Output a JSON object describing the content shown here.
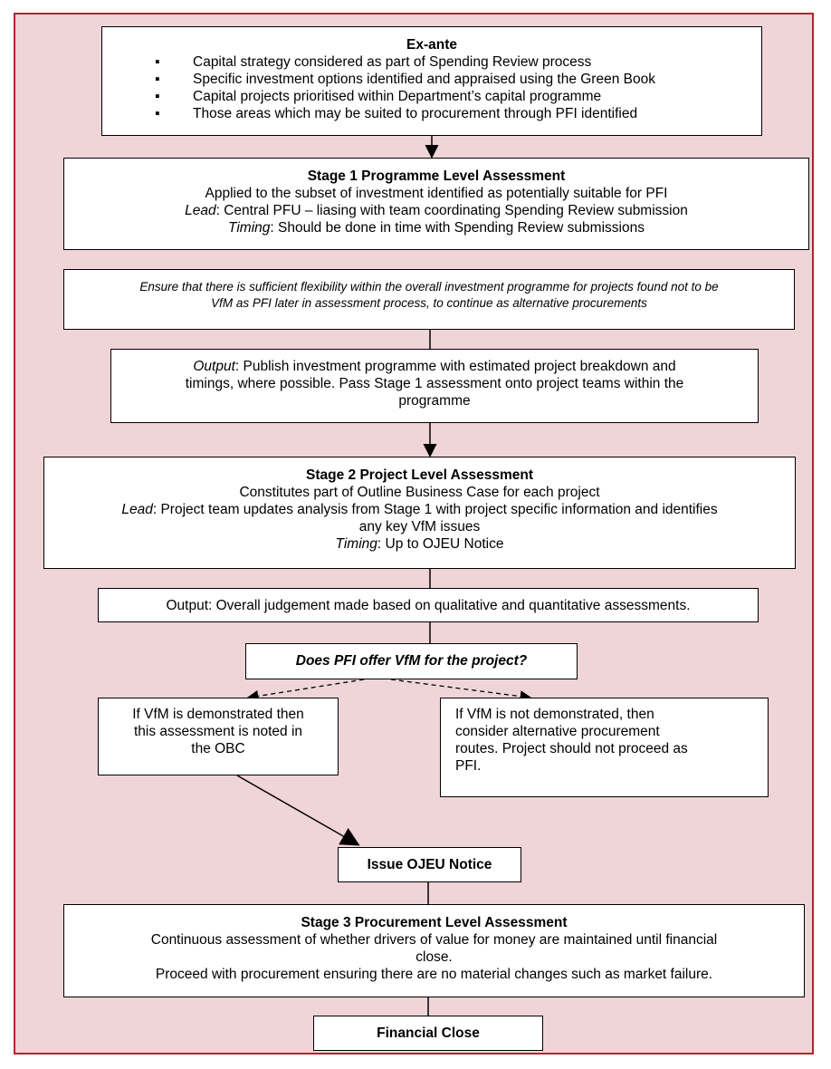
{
  "exante": {
    "title": "Ex-ante",
    "bullets": [
      "Capital strategy considered as part of Spending Review process",
      "Specific investment options identified and appraised using the Green Book",
      "Capital projects prioritised within Department’s capital programme",
      "Those areas which may be suited to procurement through PFI identified"
    ]
  },
  "stage1": {
    "title": "Stage 1 Programme Level Assessment",
    "line1": "Applied to the subset of investment identified as potentially suitable for PFI",
    "lead_label": "Lead",
    "lead_text": ":  Central PFU – liasing with team coordinating Spending Review submission",
    "timing_label": "Timing",
    "timing_text": ": Should be done in time with Spending Review submissions"
  },
  "flex": {
    "text1": "Ensure that there is sufficient flexibility within the overall investment programme for projects found not to be",
    "text2": "VfM as PFI later in assessment process, to continue as alternative procurements"
  },
  "output1": {
    "label": "Output",
    "text1": ": Publish investment programme with estimated project breakdown and",
    "text2": "timings, where possible. Pass Stage 1 assessment onto project teams within the",
    "text3": "programme"
  },
  "stage2": {
    "title": "Stage 2 Project Level Assessment",
    "line1": "Constitutes part of Outline Business Case for each project",
    "lead_label": "Lead",
    "lead_text1": ":  Project team updates analysis from Stage 1 with project specific information and identifies",
    "lead_text2": "any key VfM issues",
    "timing_label": "Timing",
    "timing_text": ": Up to OJEU Notice"
  },
  "output2": {
    "text": "Output: Overall judgement made based on qualitative and quantitative assessments."
  },
  "question": {
    "text": "Does PFI offer VfM  for the project?"
  },
  "yes_box": {
    "line1": "If VfM is demonstrated then",
    "line2": "this assessment is noted in",
    "line3": "the OBC"
  },
  "no_box": {
    "line1": "If VfM is not demonstrated, then",
    "line2": "consider alternative procurement",
    "line3": "routes. Project should not proceed as",
    "line4": "PFI."
  },
  "ojeu": {
    "text": "Issue OJEU Notice"
  },
  "stage3": {
    "title": "Stage 3 Procurement Level Assessment",
    "line1": "Continuous assessment of  whether drivers of value for money  are maintained until financial",
    "line2": "close.",
    "line3": "Proceed with procurement ensuring there are no material changes such as market failure."
  },
  "close": {
    "text": "Financial Close"
  },
  "colors": {
    "frame_border": "#b0262c",
    "frame_fill": "#efd4d8",
    "box_fill": "#ffffff",
    "line": "#000000"
  }
}
